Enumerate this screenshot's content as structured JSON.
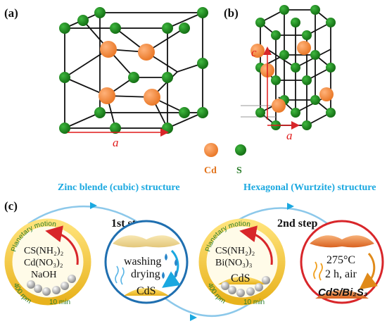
{
  "panels": {
    "a": "(a)",
    "b": "(b)",
    "c": "(c)"
  },
  "axes": {
    "a_cubic": "a",
    "c_hex": "c",
    "a_hex": "a"
  },
  "legend": {
    "cd": "Cd",
    "s": "S",
    "cd_color": "#f08a3c",
    "s_color": "#1e8a1e"
  },
  "structures": {
    "cubic": "Zinc blende (cubic) structure",
    "hexagonal": "Hexagonal (Wurtzite) structure"
  },
  "process": {
    "step1": {
      "title": "1st step",
      "motion": "Planetary motion",
      "reagents": [
        "CS(NH₂)₂",
        "Cd(NO₃)₂",
        "NaOH"
      ],
      "speed": "400 rpm",
      "time": "10 min",
      "wash": [
        "washing",
        "drying"
      ],
      "product": "CdS"
    },
    "step2": {
      "title": "2nd step",
      "motion": "Planetary motion",
      "reagents": [
        "CS(NH₂)₂",
        "Bi(NO₃)₃"
      ],
      "base": "CdS",
      "speed": "400 rpm",
      "time": "10 min",
      "heat": [
        "275°C",
        "2 h, air"
      ],
      "product": "CdS/Bi₂S₃"
    }
  },
  "colors": {
    "accent_blue": "#1aa8e0",
    "gold": "#f2c230",
    "red_ring": "#d8262a",
    "blue_ring": "#1f6fb0"
  }
}
